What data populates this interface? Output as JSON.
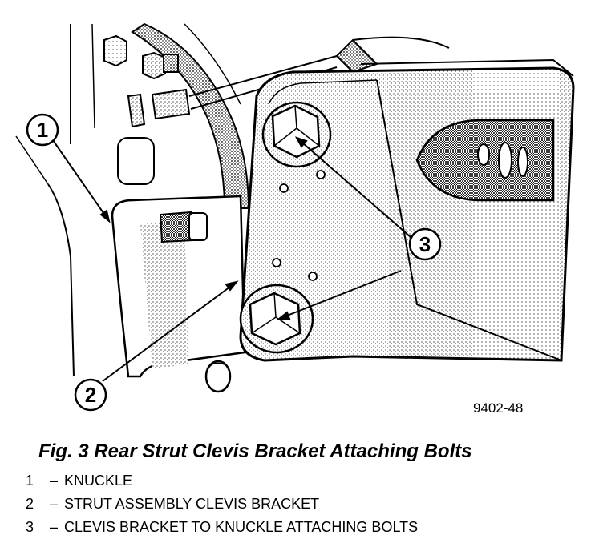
{
  "figure": {
    "callouts": [
      {
        "number": "1"
      },
      {
        "number": "2"
      },
      {
        "number": "3"
      }
    ],
    "figure_code": "9402-48",
    "caption": "Fig. 3 Rear Strut Clevis Bracket Attaching Bolts"
  },
  "legend": {
    "items": [
      {
        "number": "1",
        "separator": "–",
        "text": "KNUCKLE"
      },
      {
        "number": "2",
        "separator": "–",
        "text": "STRUT ASSEMBLY CLEVIS BRACKET"
      },
      {
        "number": "3",
        "separator": "–",
        "text": "CLEVIS BRACKET TO KNUCKLE ATTACHING BOLTS"
      }
    ]
  },
  "colors": {
    "ink": "#000000",
    "paper": "#ffffff",
    "shade": "#9a9a9a"
  }
}
